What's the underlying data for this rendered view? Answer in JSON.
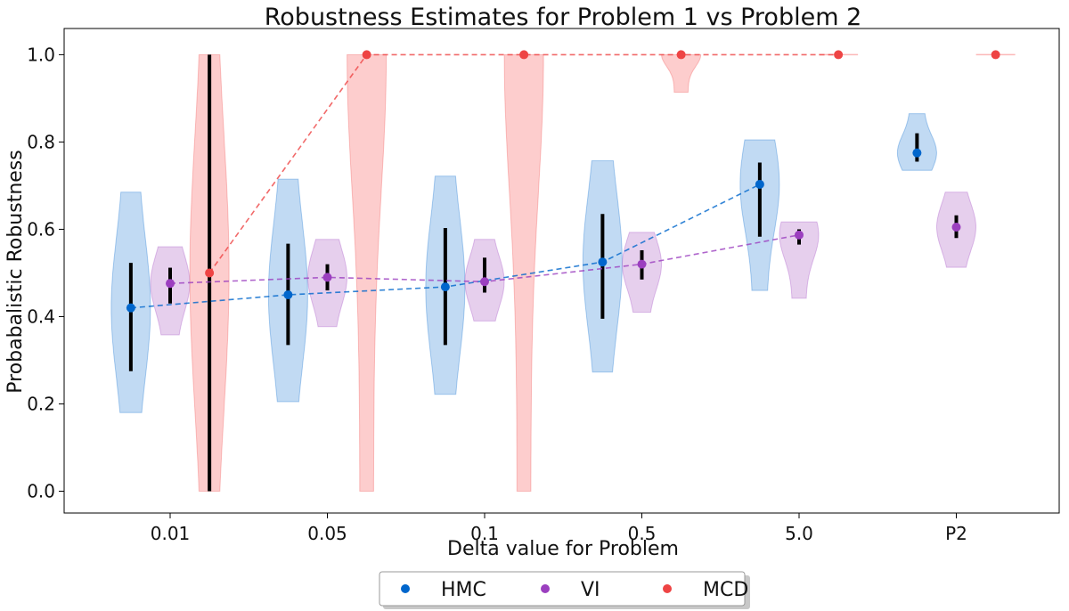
{
  "chart_data": {
    "type": "violin",
    "title": "Robustness Estimates for Problem 1 vs Problem 2",
    "xlabel": "Delta value for Problem",
    "ylabel": "Probabalistic Robustness",
    "categories": [
      "0.01",
      "0.05",
      "0.1",
      "0.5",
      "5.0",
      "P2"
    ],
    "yticks": [
      "0.0",
      "0.2",
      "0.4",
      "0.6",
      "0.8",
      "1.0"
    ],
    "ylim": [
      -0.05,
      1.06
    ],
    "grid": false,
    "legend_position": "bottom-center",
    "series": [
      {
        "name": "HMC",
        "color": "#0066cc",
        "fill": "#a6cbee",
        "offset": -0.25,
        "means": [
          0.42,
          0.45,
          0.468,
          0.525,
          0.703,
          0.775
        ],
        "bar_low": [
          0.275,
          0.335,
          0.335,
          0.395,
          0.583,
          0.755
        ],
        "bar_high": [
          0.523,
          0.567,
          0.603,
          0.635,
          0.753,
          0.82
        ],
        "violin_min": [
          0.18,
          0.205,
          0.222,
          0.273,
          0.46,
          0.735
        ],
        "violin_max": [
          0.685,
          0.715,
          0.722,
          0.757,
          0.805,
          0.865
        ],
        "connect_to": 5
      },
      {
        "name": "VI",
        "color": "#9b3fbf",
        "fill": "#dcbbe6",
        "offset": 0.0,
        "means": [
          0.476,
          0.49,
          0.48,
          0.52,
          0.587,
          0.605
        ],
        "bar_low": [
          0.43,
          0.46,
          0.455,
          0.485,
          0.565,
          0.58
        ],
        "bar_high": [
          0.512,
          0.52,
          0.535,
          0.552,
          0.6,
          0.632
        ],
        "violin_min": [
          0.358,
          0.377,
          0.39,
          0.41,
          0.442,
          0.513
        ],
        "violin_max": [
          0.56,
          0.577,
          0.577,
          0.593,
          0.617,
          0.685
        ],
        "connect_to": 5
      },
      {
        "name": "MCD",
        "color": "#ee4444",
        "fill": "#fcb8b8",
        "offset": 0.25,
        "means": [
          0.5,
          1.0,
          1.0,
          1.0,
          1.0,
          1.0
        ],
        "bar_low": [
          0.0,
          1.0,
          1.0,
          1.0,
          1.0,
          1.0
        ],
        "bar_high": [
          1.0,
          1.0,
          1.0,
          1.0,
          1.0,
          1.0
        ],
        "violin_min": [
          0.0,
          0.0,
          0.0,
          0.914,
          1.0,
          1.0
        ],
        "violin_max": [
          1.0,
          1.0,
          1.0,
          1.0,
          1.0,
          1.0
        ],
        "connect_to": 5
      }
    ]
  }
}
